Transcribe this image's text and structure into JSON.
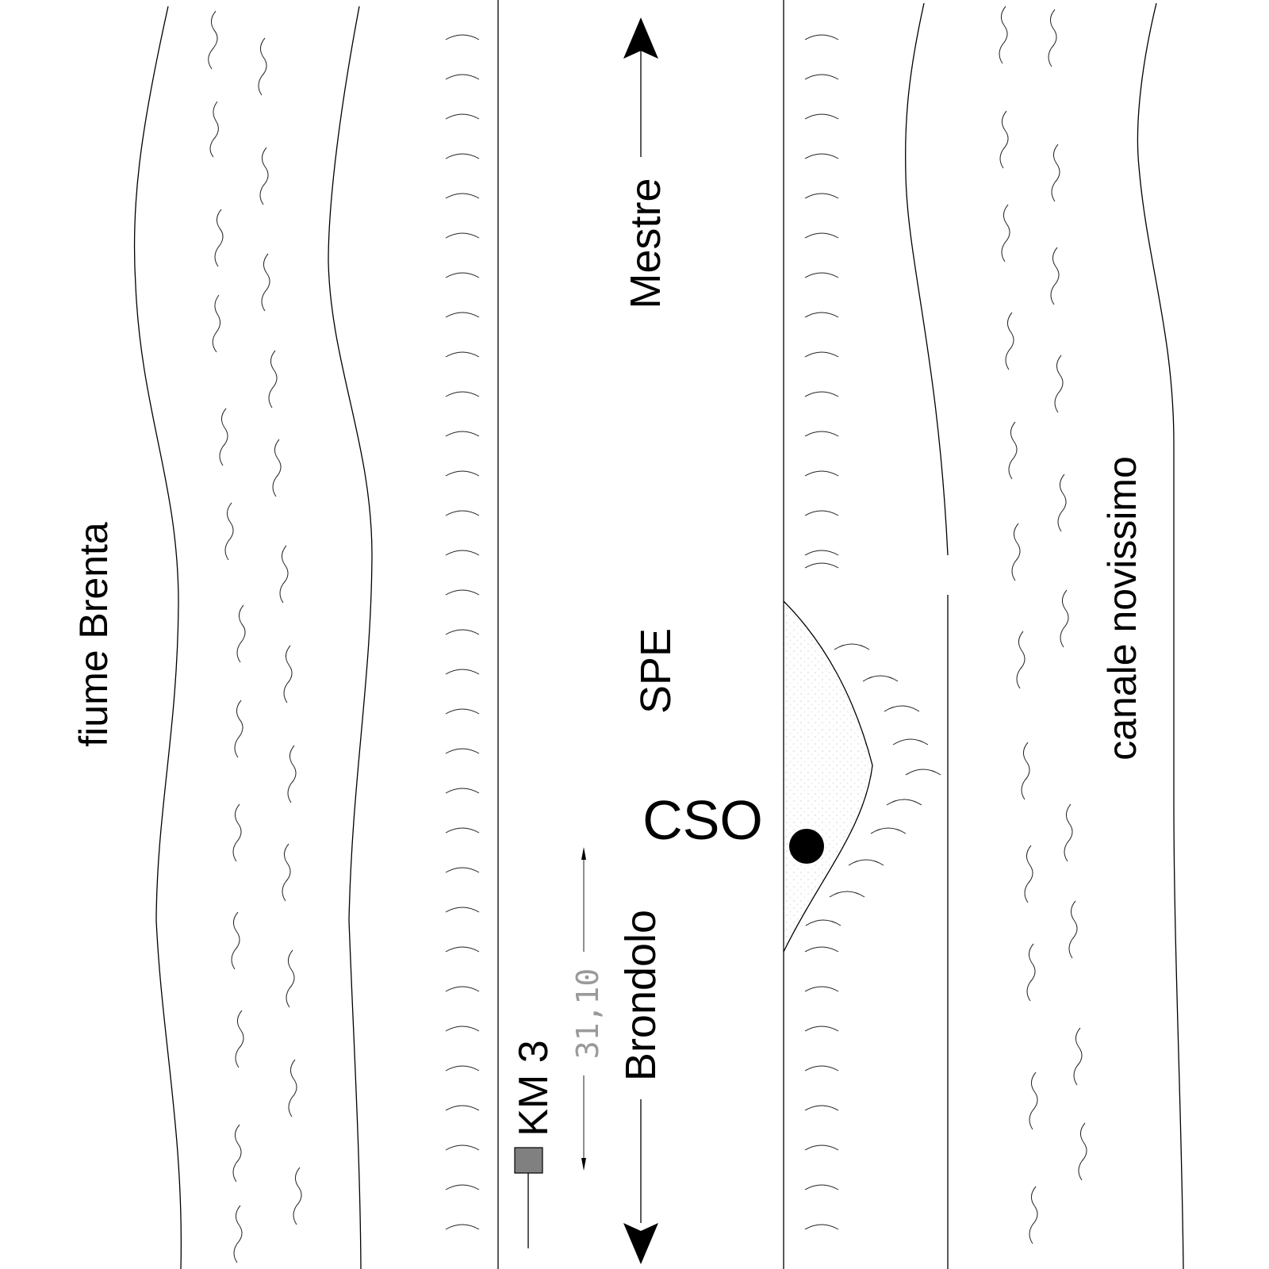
{
  "labels": {
    "river_left": "fiume Brenta",
    "canal_right": "canale novissimo",
    "north_destination": "Mestre",
    "road": "SPE",
    "south_destination": "Brondolo",
    "site": "CSO",
    "kilometer": "KM 3",
    "distance": "31,10"
  },
  "colors": {
    "ink": "#000000",
    "marker_fill": "#808080",
    "distance_text": "#9a9a9a"
  },
  "icons": {
    "site_marker": "filled-circle",
    "kilometer_marker": "gray-square"
  }
}
